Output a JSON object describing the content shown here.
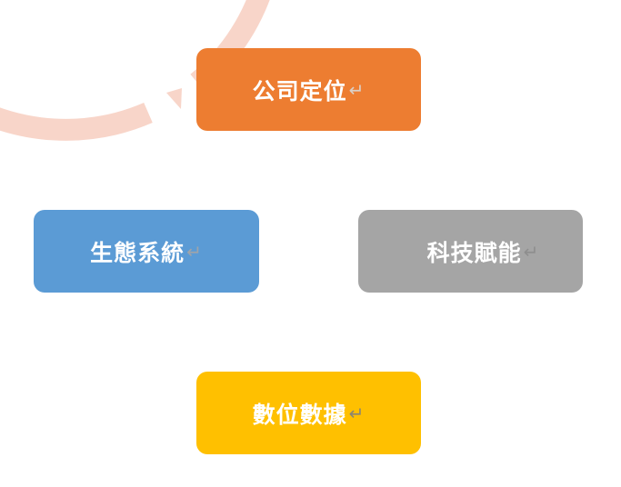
{
  "cycle": {
    "ring_color": "#f8d5c9",
    "nodes": [
      {
        "label": "公司定位",
        "mark": "↵",
        "color": "#ed7d31",
        "mark_color": "#d9d9d9"
      },
      {
        "label": "科技賦能",
        "mark": "↵",
        "color": "#a5a5a5",
        "mark_color": "#8c8c8c"
      },
      {
        "label": "數位數據",
        "mark": "↵",
        "color": "#ffc000",
        "mark_color": "#7f7f7f"
      },
      {
        "label": "生態系統",
        "mark": "↵",
        "color": "#5b9bd5",
        "mark_color": "#a6a6a6"
      }
    ]
  }
}
